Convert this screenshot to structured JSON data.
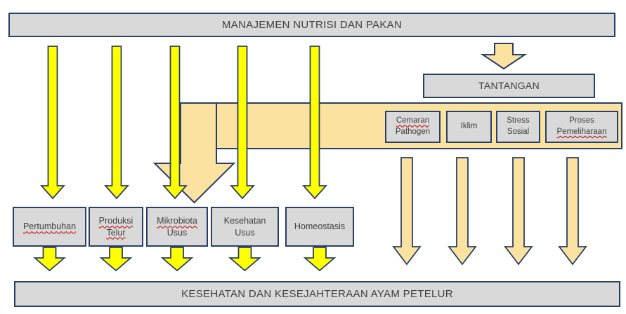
{
  "top_box": {
    "label": "MANAJEMEN NUTRISI DAN PAKAN"
  },
  "tantangan_box": {
    "label": "TANTANGAN"
  },
  "challenge_boxes": [
    {
      "line1": "Cemaran",
      "line2": "Pathogen"
    },
    {
      "line1": "Iklim"
    },
    {
      "line1": "Stress",
      "line2": "Sosial"
    },
    {
      "line1": "Proses",
      "line2": "Pemeliharaan"
    }
  ],
  "outcome_boxes": [
    {
      "line1": "Pertumbuhan"
    },
    {
      "line1": "Produksi",
      "line2": "Telur"
    },
    {
      "line1": "Mikrobiota",
      "line2": "Usus"
    },
    {
      "line1": "Kesehatan",
      "line2": "Usus"
    },
    {
      "line1": "Homeostasis"
    }
  ],
  "bottom_box": {
    "label": "KESEHATAN DAN KESEJAHTERAAN AYAM PETELUR"
  },
  "colors": {
    "box_fill": "#D9D9D9",
    "border_navy": "#2A3F66",
    "yellow_arrow": "#FFFF00",
    "cream_arrow": "#FCE2A0",
    "text": "#3F3F3F",
    "squiggle_red": "#C00000",
    "background": "#FFFFFF"
  }
}
